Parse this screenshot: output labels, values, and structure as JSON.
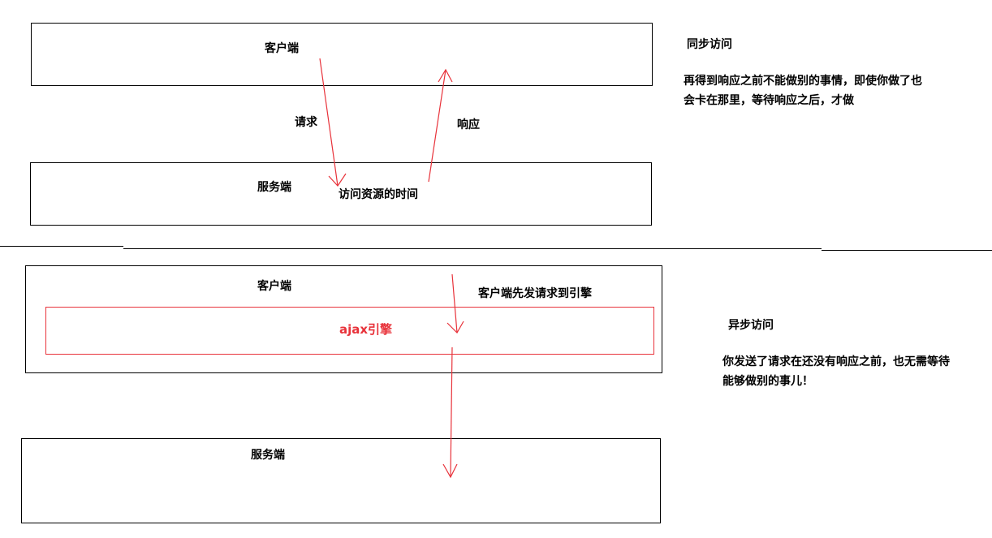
{
  "sync": {
    "client_label": "客户端",
    "server_label": "服务端",
    "request_label": "请求",
    "response_label": "响应",
    "access_time_label": "访问资源的时间",
    "title": "同步访问",
    "desc_line1": "再得到响应之前不能做别的事情，即使你做了也",
    "desc_line2": "会卡在那里，等待响应之后，才做"
  },
  "async": {
    "client_label": "客户端",
    "engine_label": "ajax引擎",
    "server_label": "服务端",
    "send_label": "客户端先发请求到引擎",
    "title": "异步访问",
    "desc_line1": "你发送了请求在还没有响应之前，也无需等待",
    "desc_line2": "能够做别的事儿！"
  },
  "colors": {
    "arrow": "#e8323a",
    "engine_border": "#e8323a",
    "engine_text": "#e8323a",
    "box_border": "#000000"
  }
}
